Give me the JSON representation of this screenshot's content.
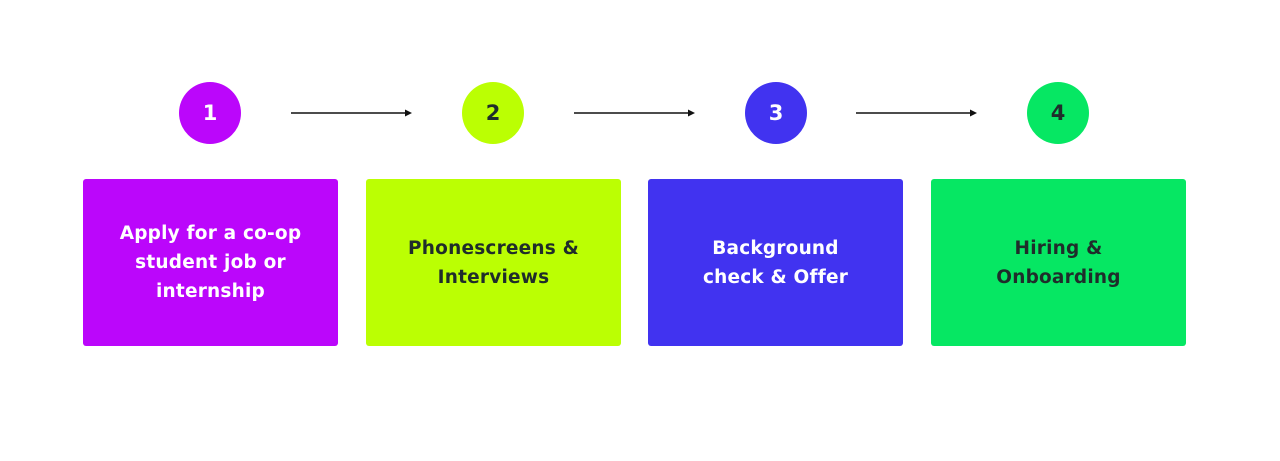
{
  "colors": {
    "purple": "#bb06fb",
    "lime": "#bbff03",
    "blue": "#4133f0",
    "green": "#06e763",
    "dark_text": "#1f2d2b",
    "light_text": "#ffffff",
    "arrow": "#111111"
  },
  "steps": [
    {
      "number": "1",
      "label": "Apply for a co-op\nstudent job or\ninternship",
      "color": "purple"
    },
    {
      "number": "2",
      "label": "Phonescreens &\nInterviews",
      "color": "lime"
    },
    {
      "number": "3",
      "label": "Background\ncheck & Offer",
      "color": "blue"
    },
    {
      "number": "4",
      "label": "Hiring &\nOnboarding",
      "color": "green"
    }
  ]
}
